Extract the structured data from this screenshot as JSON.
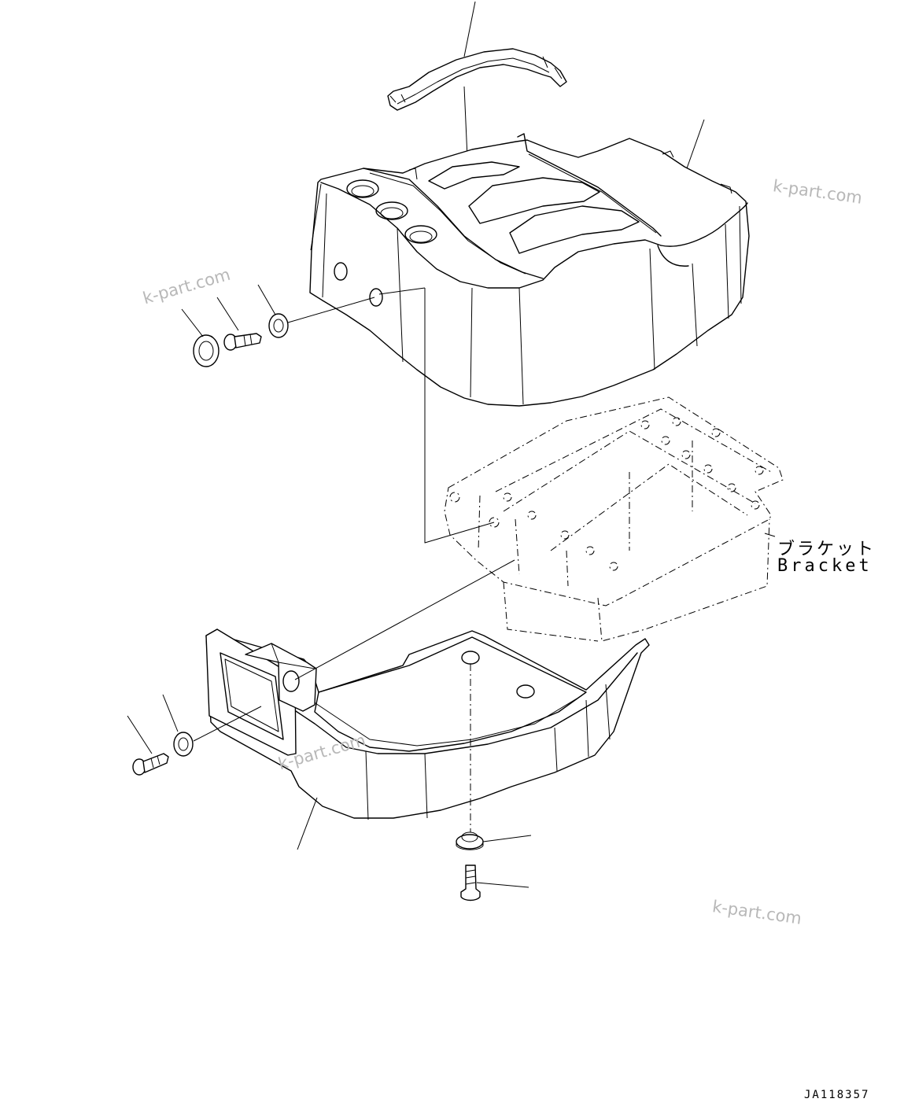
{
  "labels": {
    "bracket_jp": "ブラケット",
    "bracket_en": "Bracket",
    "drawing_code": "JA118357"
  },
  "watermark": "k-part.com"
}
